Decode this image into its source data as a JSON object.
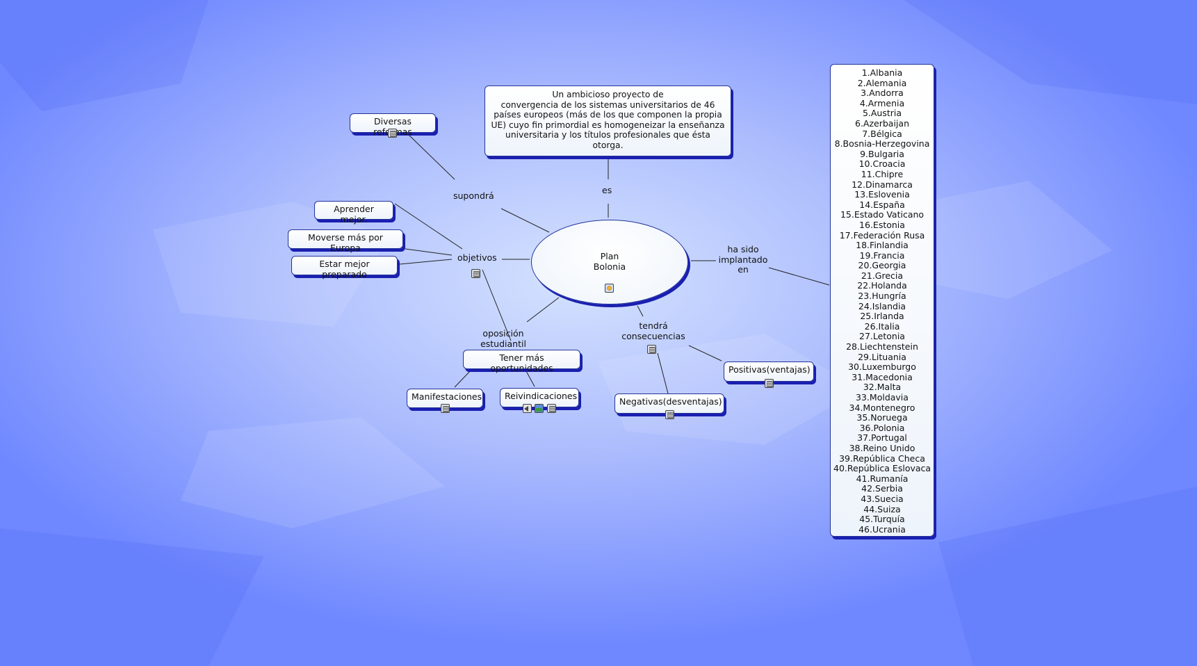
{
  "central": {
    "line1": "Plan",
    "line2": "Bolonia",
    "icon": "concept-map-icon"
  },
  "definition": {
    "line1": "Un ambicioso proyecto de",
    "line2": "convergencia de los sistemas universitarios de 46",
    "line3": "países europeos (más de los que componen la propia",
    "line4": "UE) cuyo fin primordial es homogeneizar la enseñanza",
    "line5": "universitaria y los títulos profesionales que ésta otorga."
  },
  "phrases": {
    "es": "es",
    "supondra": "supondrá",
    "objetivos": "objetivos",
    "implantado_1": "ha sido",
    "implantado_2": "implantado",
    "implantado_3": "en",
    "oposicion_1": "oposición",
    "oposicion_2": "estudiantil",
    "tendra_1": "tendrá",
    "tendra_2": "consecuencias"
  },
  "concepts": {
    "reformas": "Diversas reformas",
    "aprender": "Aprender mejor.",
    "moverse": "Moverse más por Europa",
    "preparado": "Estar mejor preparado",
    "oportunidades": "Tener más oportunidades",
    "manifestaciones": "Manifestaciones",
    "reivindicaciones": "Reivindicaciones",
    "positivas": "Positivas(ventajas)",
    "negativas": "Negativas(desventajas)"
  },
  "countries": [
    "1.Albania",
    "2.Alemania",
    "3.Andorra",
    "4.Armenia",
    "5.Austria",
    "6.Azerbaijan",
    "7.Bélgica",
    "8.Bosnia-Herzegovina",
    "9.Bulgaria",
    "10.Croacia",
    "11.Chipre",
    "12.Dinamarca",
    "13.Eslovenia",
    "14.España",
    "15.Estado Vaticano",
    "16.Estonia",
    "17.Federación Rusa",
    "18.Finlandia",
    "19.Francia",
    "20.Georgia",
    "21.Grecia",
    "22.Holanda",
    "23.Hungría",
    "24.Islandia",
    "25.Irlanda",
    "26.Italia",
    "27.Letonia",
    "28.Liechtenstein",
    "29.Lituania",
    "30.Luxemburgo",
    "31.Macedonia",
    "32.Malta",
    "33.Moldavia",
    "34.Montenegro",
    "35.Noruega",
    "36.Polonia",
    "37.Portugal",
    "38.Reino Unido",
    "39.República Checa",
    "40.República Eslovaca",
    "41.Rumanía",
    "42.Serbia",
    "43.Suecia",
    "44.Suiza",
    "45.Turquía",
    "46.Ucrania"
  ],
  "colors": {
    "background": "#7e98ff",
    "shadow": "#1a1fb0",
    "node_fill": "#f4f8fc",
    "link": "#222222"
  }
}
